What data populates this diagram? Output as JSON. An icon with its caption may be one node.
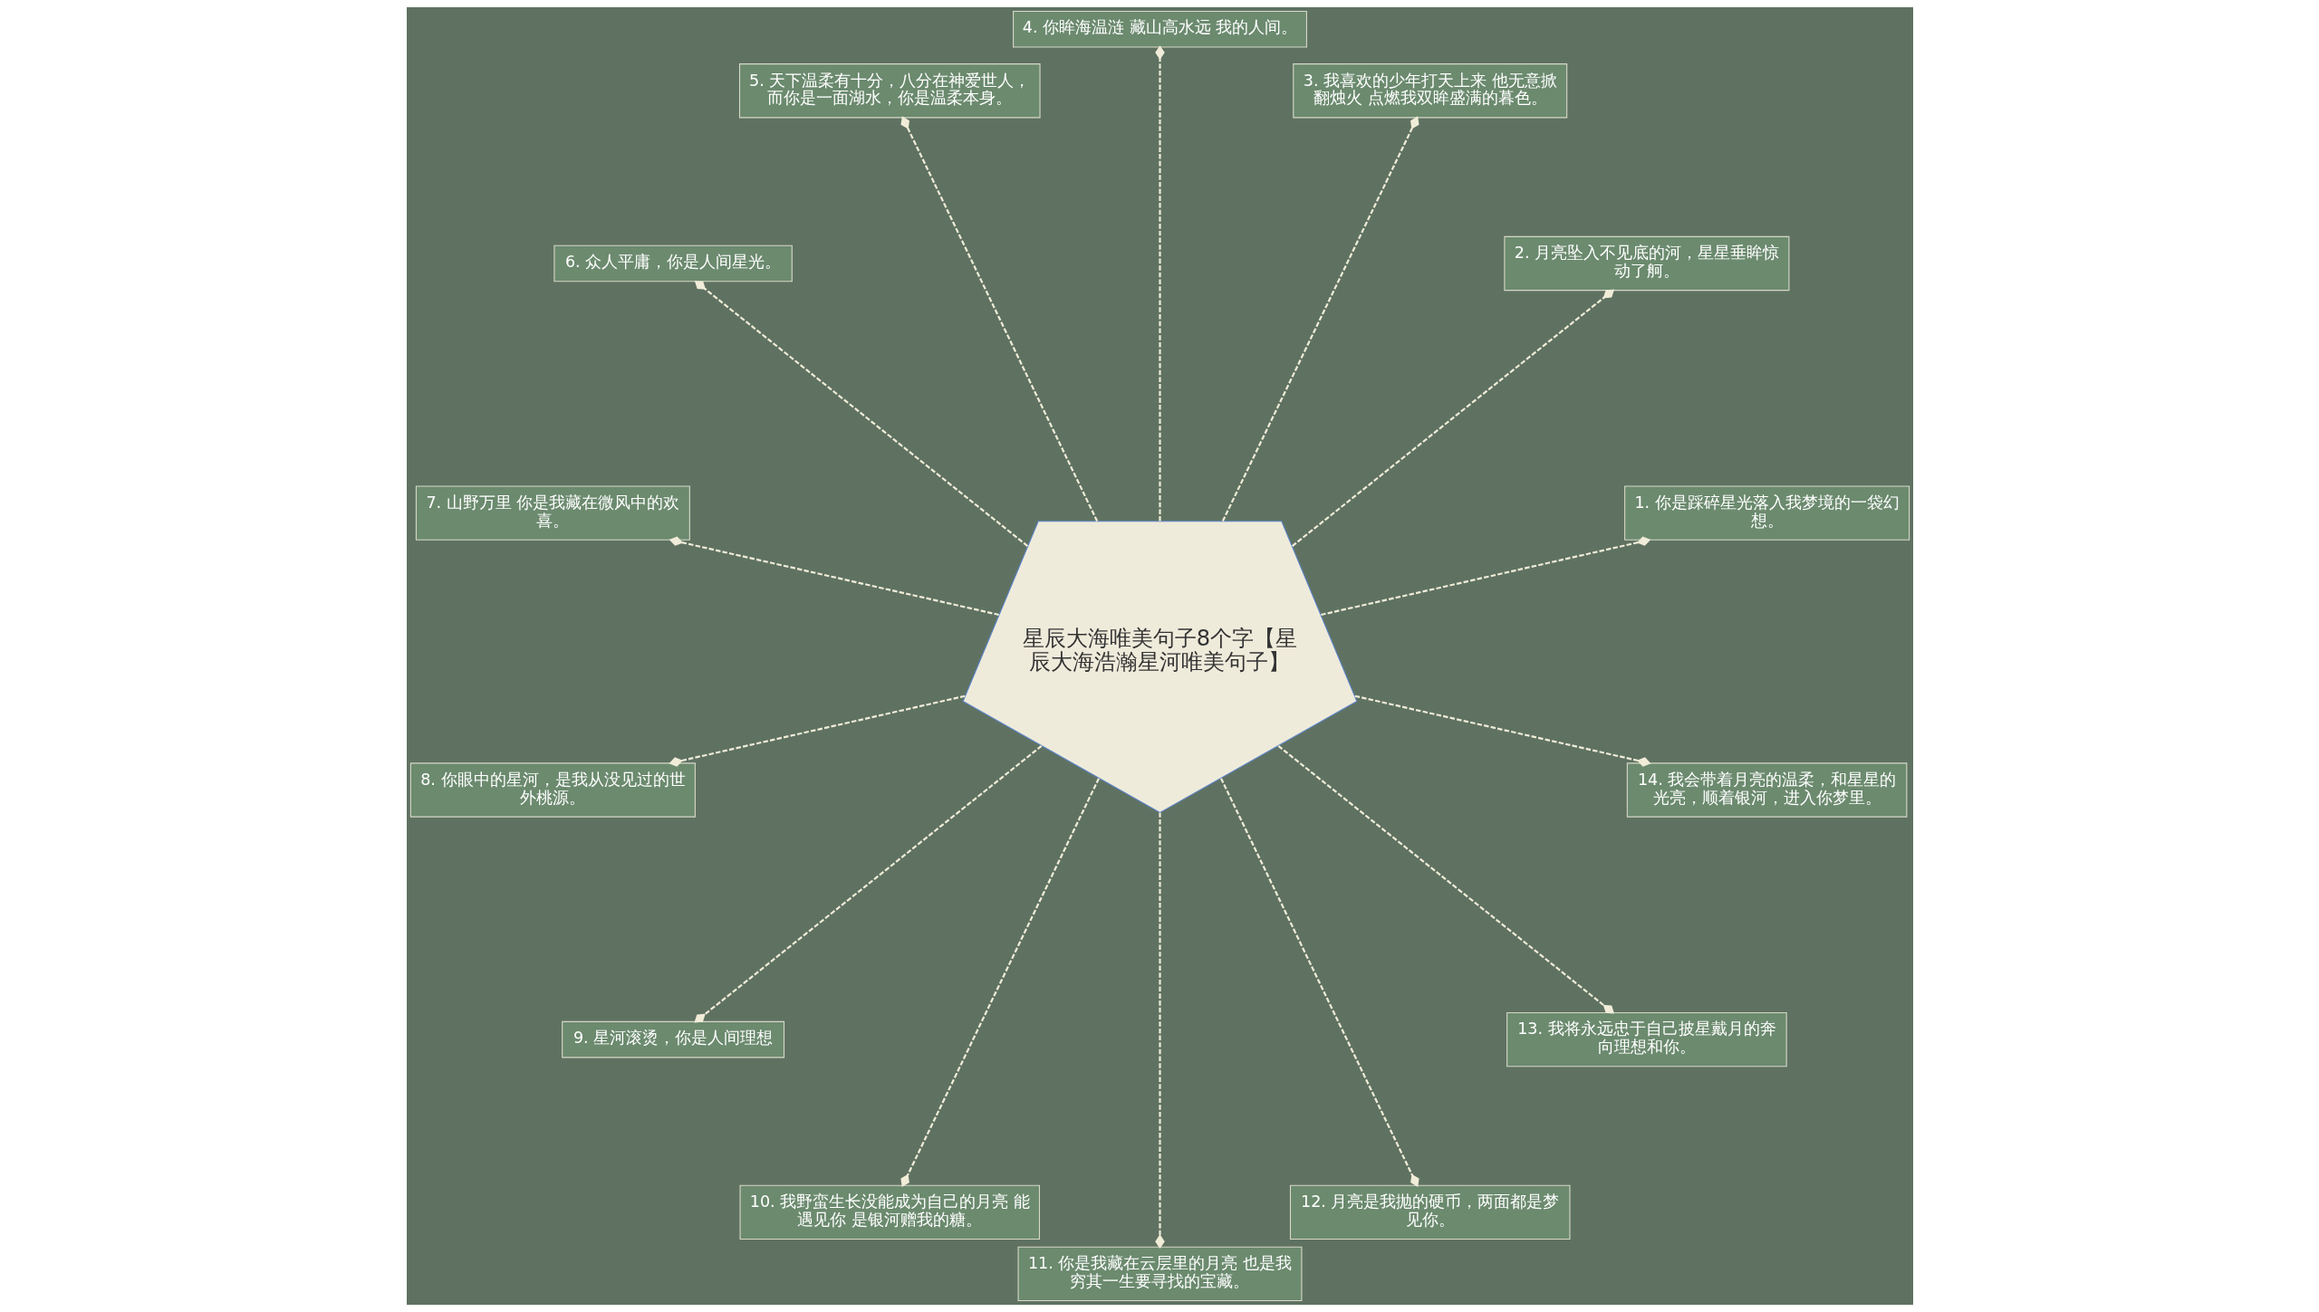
{
  "diagram": {
    "nodes": [
      {
        "text": [
          "星辰大海唯美句子8个字【星辰大海浩瀚星河唯美句子】"
        ]
      },
      {
        "text": [
          "1. 你是踩碎星光落入我梦境的一袋幻想。"
        ]
      },
      {
        "text": [
          "2. 月亮坠入不见底的河，星星垂眸惊动了舸。"
        ]
      },
      {
        "text": [
          "3. 我喜欢的少年打天上来 他无意掀翻烛火 点燃我双眸盛满的暮色。"
        ]
      },
      {
        "text": [
          "4. 你眸海温涟 藏山高水远 我的人间。"
        ]
      },
      {
        "text": [
          "5. 天下温柔有十分，八分在神爱世人，而你是一面湖水，你是温柔本身。"
        ]
      },
      {
        "text": [
          "6. 众人平庸，你是人间星光。"
        ]
      },
      {
        "text": [
          "7. 山野万里 你是我藏在微风中的欢喜。"
        ]
      },
      {
        "text": [
          "8. 你眼中的星河，是我从没见过的世外桃源。"
        ]
      },
      {
        "text": [
          "9. 星河滚烫，你是人间理想"
        ]
      },
      {
        "text": [
          "10. 我野蛮生长没能成为自己的月亮 能遇见你 是银河赠我的糖。"
        ]
      },
      {
        "text": [
          "11. 你是我藏在云层里的月亮 也是我穷其一生要寻找的宝藏。"
        ]
      },
      {
        "text": [
          "12. 月亮是我抛的硬币，两面都是梦见你。"
        ]
      },
      {
        "text": [
          "13. 我将永远忠于自己披星戴月的奔向理想和你。"
        ]
      },
      {
        "text": [
          "14. 我会带着月亮的温柔，和星星的光亮，顺着银河，进入你梦里。"
        ]
      }
    ],
    "edges": [
      {
        "from": 0,
        "to": 1,
        "arrow": "other",
        "style": "dashed"
      },
      {
        "from": 0,
        "to": 2,
        "arrow": "other",
        "style": "dashed"
      },
      {
        "from": 0,
        "to": 3,
        "arrow": "other",
        "style": "dashed"
      },
      {
        "from": 0,
        "to": 4,
        "arrow": "other",
        "style": "dashed"
      },
      {
        "from": 0,
        "to": 5,
        "arrow": "other",
        "style": "dashed"
      },
      {
        "from": 0,
        "to": 6,
        "arrow": "other",
        "style": "dashed"
      },
      {
        "from": 0,
        "to": 7,
        "arrow": "other",
        "style": "dashed"
      },
      {
        "from": 0,
        "to": 8,
        "arrow": "other",
        "style": "dashed"
      },
      {
        "from": 0,
        "to": 9,
        "arrow": "other",
        "style": "dashed"
      },
      {
        "from": 0,
        "to": 10,
        "arrow": "other",
        "style": "dashed"
      },
      {
        "from": 0,
        "to": 11,
        "arrow": "other",
        "style": "dashed"
      },
      {
        "from": 0,
        "to": 12,
        "arrow": "other",
        "style": "dashed"
      },
      {
        "from": 0,
        "to": 13,
        "arrow": "other",
        "style": "dashed"
      },
      {
        "from": 0,
        "to": 14,
        "arrow": "other",
        "style": "dashed"
      }
    ]
  }
}
